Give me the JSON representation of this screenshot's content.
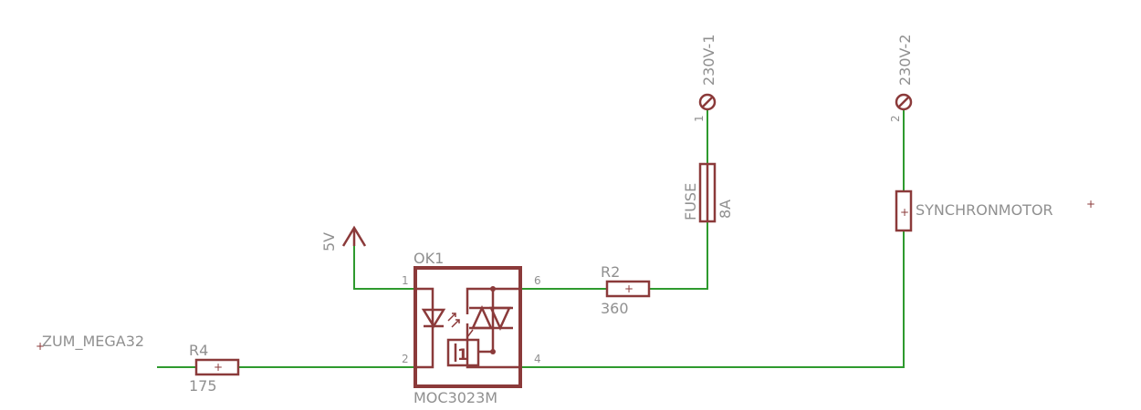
{
  "labels": {
    "net_input": "ZUM_MEGA32",
    "supply": "5V",
    "r4_name": "R4",
    "r4_value": "175",
    "r2_name": "R2",
    "r2_value": "360",
    "ok_name": "OK1",
    "ok_value": "MOC3023M",
    "fuse_name": "FUSE",
    "fuse_value": "8A",
    "motor_name": "SYNCHRONMOTOR",
    "term1_name": "230V-1",
    "term2_name": "230V-2"
  },
  "pins": {
    "ok_p1": "1",
    "ok_p2": "2",
    "ok_p4": "4",
    "ok_p6": "6",
    "t1_pin": "1",
    "t2_pin": "2",
    "zc_box": "1"
  },
  "marks": {
    "plus": "+"
  },
  "colors": {
    "wire": "#2e9a2e",
    "component": "#8b3a3a",
    "text": "#909090"
  }
}
